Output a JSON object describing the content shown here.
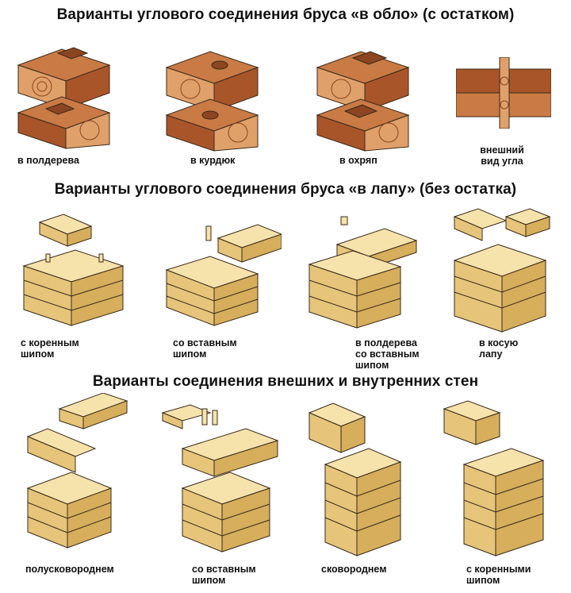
{
  "sections": [
    {
      "title": "Варианты углового соединения бруса «в обло» (с остатком)",
      "items": [
        {
          "caption": "в полдерева"
        },
        {
          "caption": "в курдюк"
        },
        {
          "caption": "в охряп"
        },
        {
          "caption": "внешний\nвид угла"
        }
      ]
    },
    {
      "title": "Варианты углового соединения бруса «в лапу» (без остатка)",
      "items": [
        {
          "caption": "с коренным\nшипом"
        },
        {
          "caption": "со вставным\nшипом"
        },
        {
          "caption": "в полдерева\nсо вставным\nшипом"
        },
        {
          "caption": "в косую\nлапу"
        }
      ]
    },
    {
      "title": "Варианты соединения внешних и внутренних стен",
      "items": [
        {
          "caption": "полусковороднем"
        },
        {
          "caption": "со вставным\nшипом"
        },
        {
          "caption": "сковороднем"
        },
        {
          "caption": "с коренными\nшипом"
        }
      ]
    }
  ],
  "colors": {
    "wood_dark_top": "#c97a45",
    "wood_dark_side": "#a9552a",
    "wood_dark_end": "#e0a06a",
    "wood_light_top": "#f6e3ac",
    "wood_light_side": "#e6c57a",
    "wood_light_end": "#d6ae5c",
    "outline": "#3a2a1a"
  }
}
